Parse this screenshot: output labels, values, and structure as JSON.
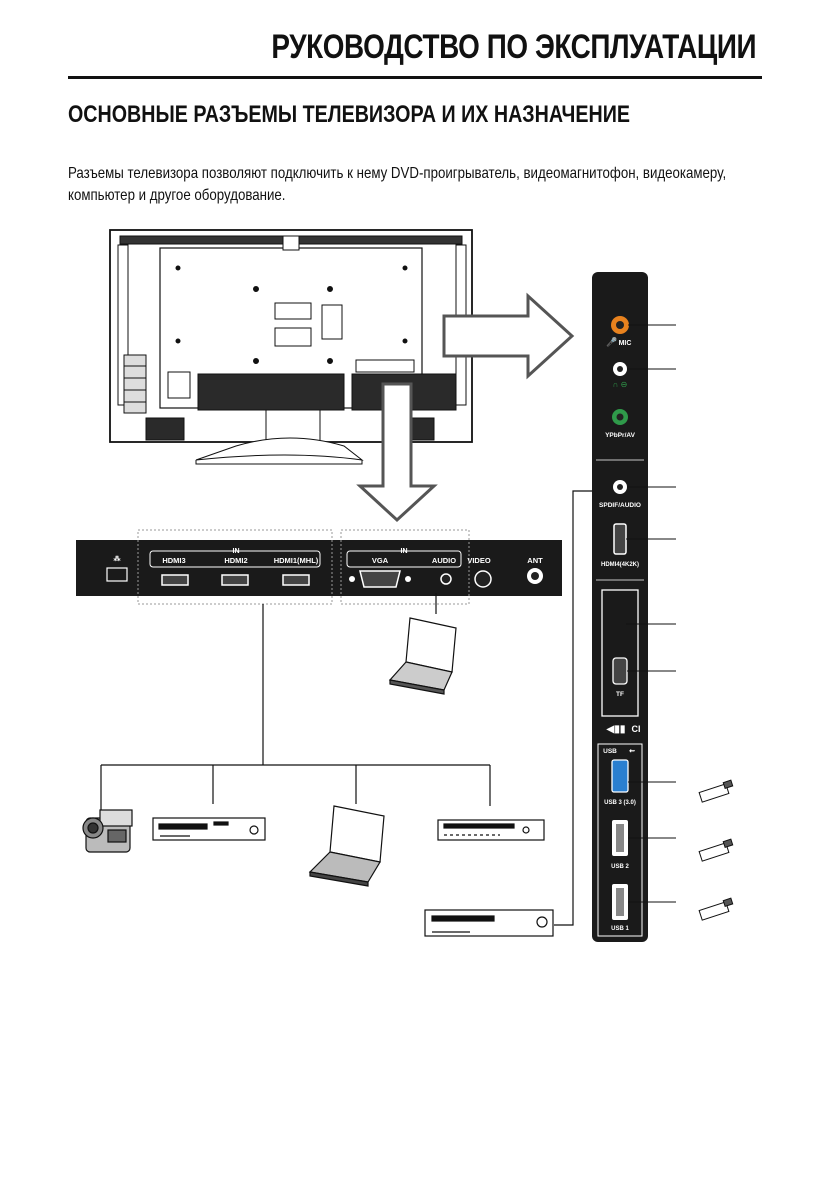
{
  "header": {
    "title": "РУКОВОДСТВО ПО ЭКСПЛУАТАЦИИ"
  },
  "section": {
    "title": "ОСНОВНЫЕ РАЗЪЕМЫ ТЕЛЕВИЗОРА И ИХ НАЗНАЧЕНИЕ"
  },
  "intro": {
    "text": "Разъемы телевизора позволяют подключить к нему DVD-проигрыватель, видеомагнитофон, видеокамеру, компьютер и другое оборудование."
  },
  "bottom_panel": {
    "in_label": "IN",
    "hdmi3": "HDMI3",
    "hdmi2": "HDMI2",
    "hdmi1": "HDMI1(MHL)",
    "in_label2": "IN",
    "vga": "VGA",
    "audio": "AUDIO",
    "video": "VIDEO",
    "ant": "ANT"
  },
  "side_panel": {
    "mic": "MIC",
    "ypbpr": "YPbPr/AV",
    "spdif": "SPDIF/AUDIO",
    "hdmi4": "HDMI4(4K2K)",
    "tf": "TF",
    "ci": "CI",
    "usb_header": "USB",
    "usb3": "USB 3 (3.0)",
    "usb2": "USB 2",
    "usb1": "USB 1"
  },
  "colors": {
    "panel": "#1a1a1a",
    "mic_jack": "#e8821e",
    "av_jack": "#2f9a4a",
    "usb3_port": "#2a7fd0",
    "arrow_fill": "#ffffff"
  }
}
